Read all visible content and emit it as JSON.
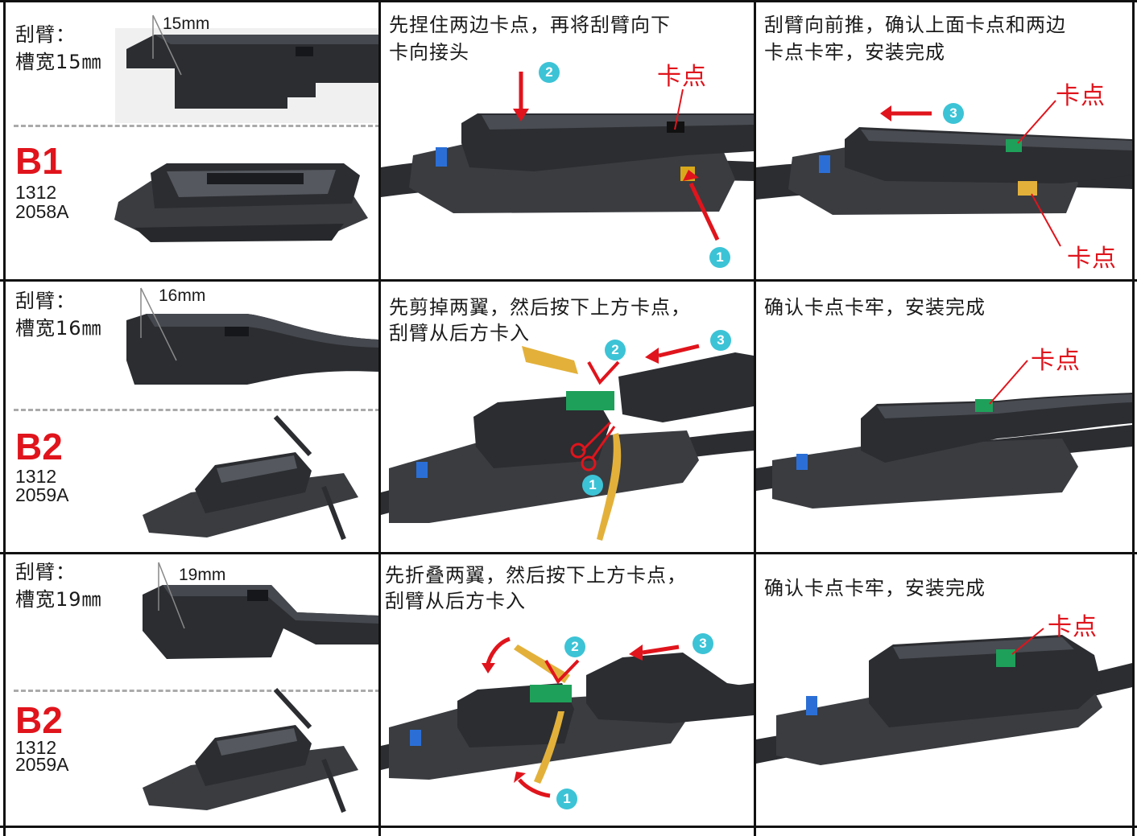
{
  "row1": {
    "arm_label": "刮臂：",
    "slot_width": "槽宽15㎜",
    "width_callout": "15mm",
    "model": "B1",
    "code_line1": "1312",
    "code_line2": "2058A",
    "step1_text_line1": "先捏住两边卡点，再将刮臂向下",
    "step1_text_line2": "卡向接头",
    "step1_clip_label": "卡点",
    "step2_text_line1": "刮臂向前推，确认上面卡点和两边",
    "step2_text_line2": "卡点卡牢，安装完成",
    "step2_clip_label_top": "卡点",
    "step2_clip_label_bottom": "卡点",
    "badges": [
      "1",
      "2",
      "3"
    ]
  },
  "row2": {
    "arm_label": "刮臂：",
    "slot_width": "槽宽16㎜",
    "width_callout": "16mm",
    "model": "B2",
    "code_line1": "1312",
    "code_line2": "2059A",
    "step1_text_line1": "先剪掉两翼，然后按下上方卡点，",
    "step1_text_line2": "刮臂从后方卡入",
    "step2_text_line1": "确认卡点卡牢，安装完成",
    "step2_clip_label": "卡点",
    "badges": [
      "1",
      "2",
      "3"
    ]
  },
  "row3": {
    "arm_label": "刮臂：",
    "slot_width": "槽宽19㎜",
    "width_callout": "19mm",
    "model": "B2",
    "code_line1": "1312",
    "code_line2": "2059A",
    "step1_text_line1": "先折叠两翼，然后按下上方卡点，",
    "step1_text_line2": "刮臂从后方卡入",
    "step2_text_line1": "确认卡点卡牢，安装完成",
    "step2_clip_label": "卡点",
    "badges": [
      "1",
      "2",
      "3"
    ]
  },
  "colors": {
    "accent_red": "#e0141c",
    "badge_cyan": "#3cc3d6",
    "clip_green": "#1fa05a",
    "clip_yellow": "#e3b13a",
    "part_dark": "#2b2d31"
  }
}
